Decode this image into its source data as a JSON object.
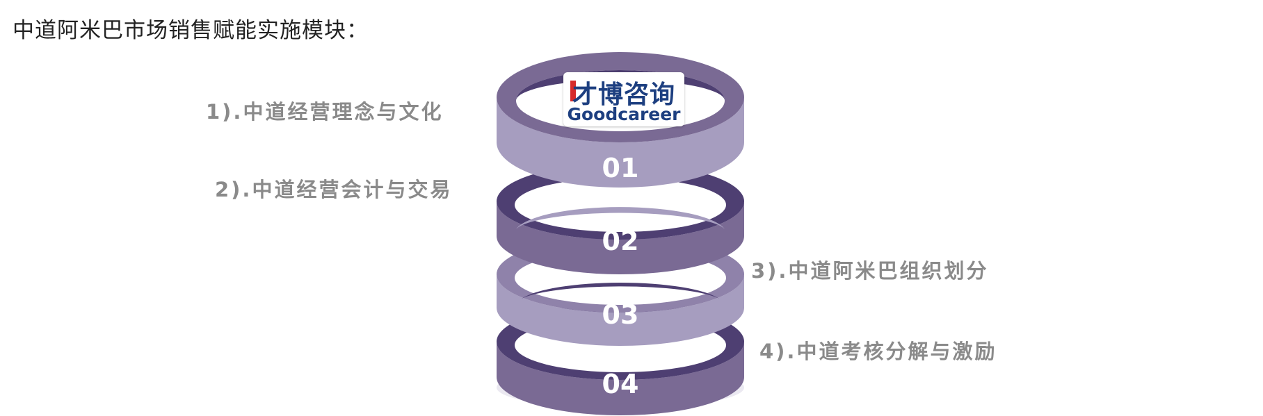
{
  "title": "中道阿米巴市场销售赋能实施模块：",
  "logo": {
    "text_cn": "才博咨询",
    "text_en": "Goodcareer"
  },
  "rings": [
    {
      "number": "01",
      "label": "1).中道经营理念与文化",
      "color": "#a69dbf"
    },
    {
      "number": "02",
      "label": "2).中道经营会计与交易",
      "color": "#7a6a94"
    },
    {
      "number": "03",
      "label": "3).中道阿米巴组织划分",
      "color": "#a69dbf"
    },
    {
      "number": "04",
      "label": "4).中道考核分解与激励",
      "color": "#7a6a94"
    }
  ],
  "colors": {
    "dark_inner": "#4e3f72",
    "top_light": "#8f82aa",
    "label_gray": "#8a8a8a"
  }
}
